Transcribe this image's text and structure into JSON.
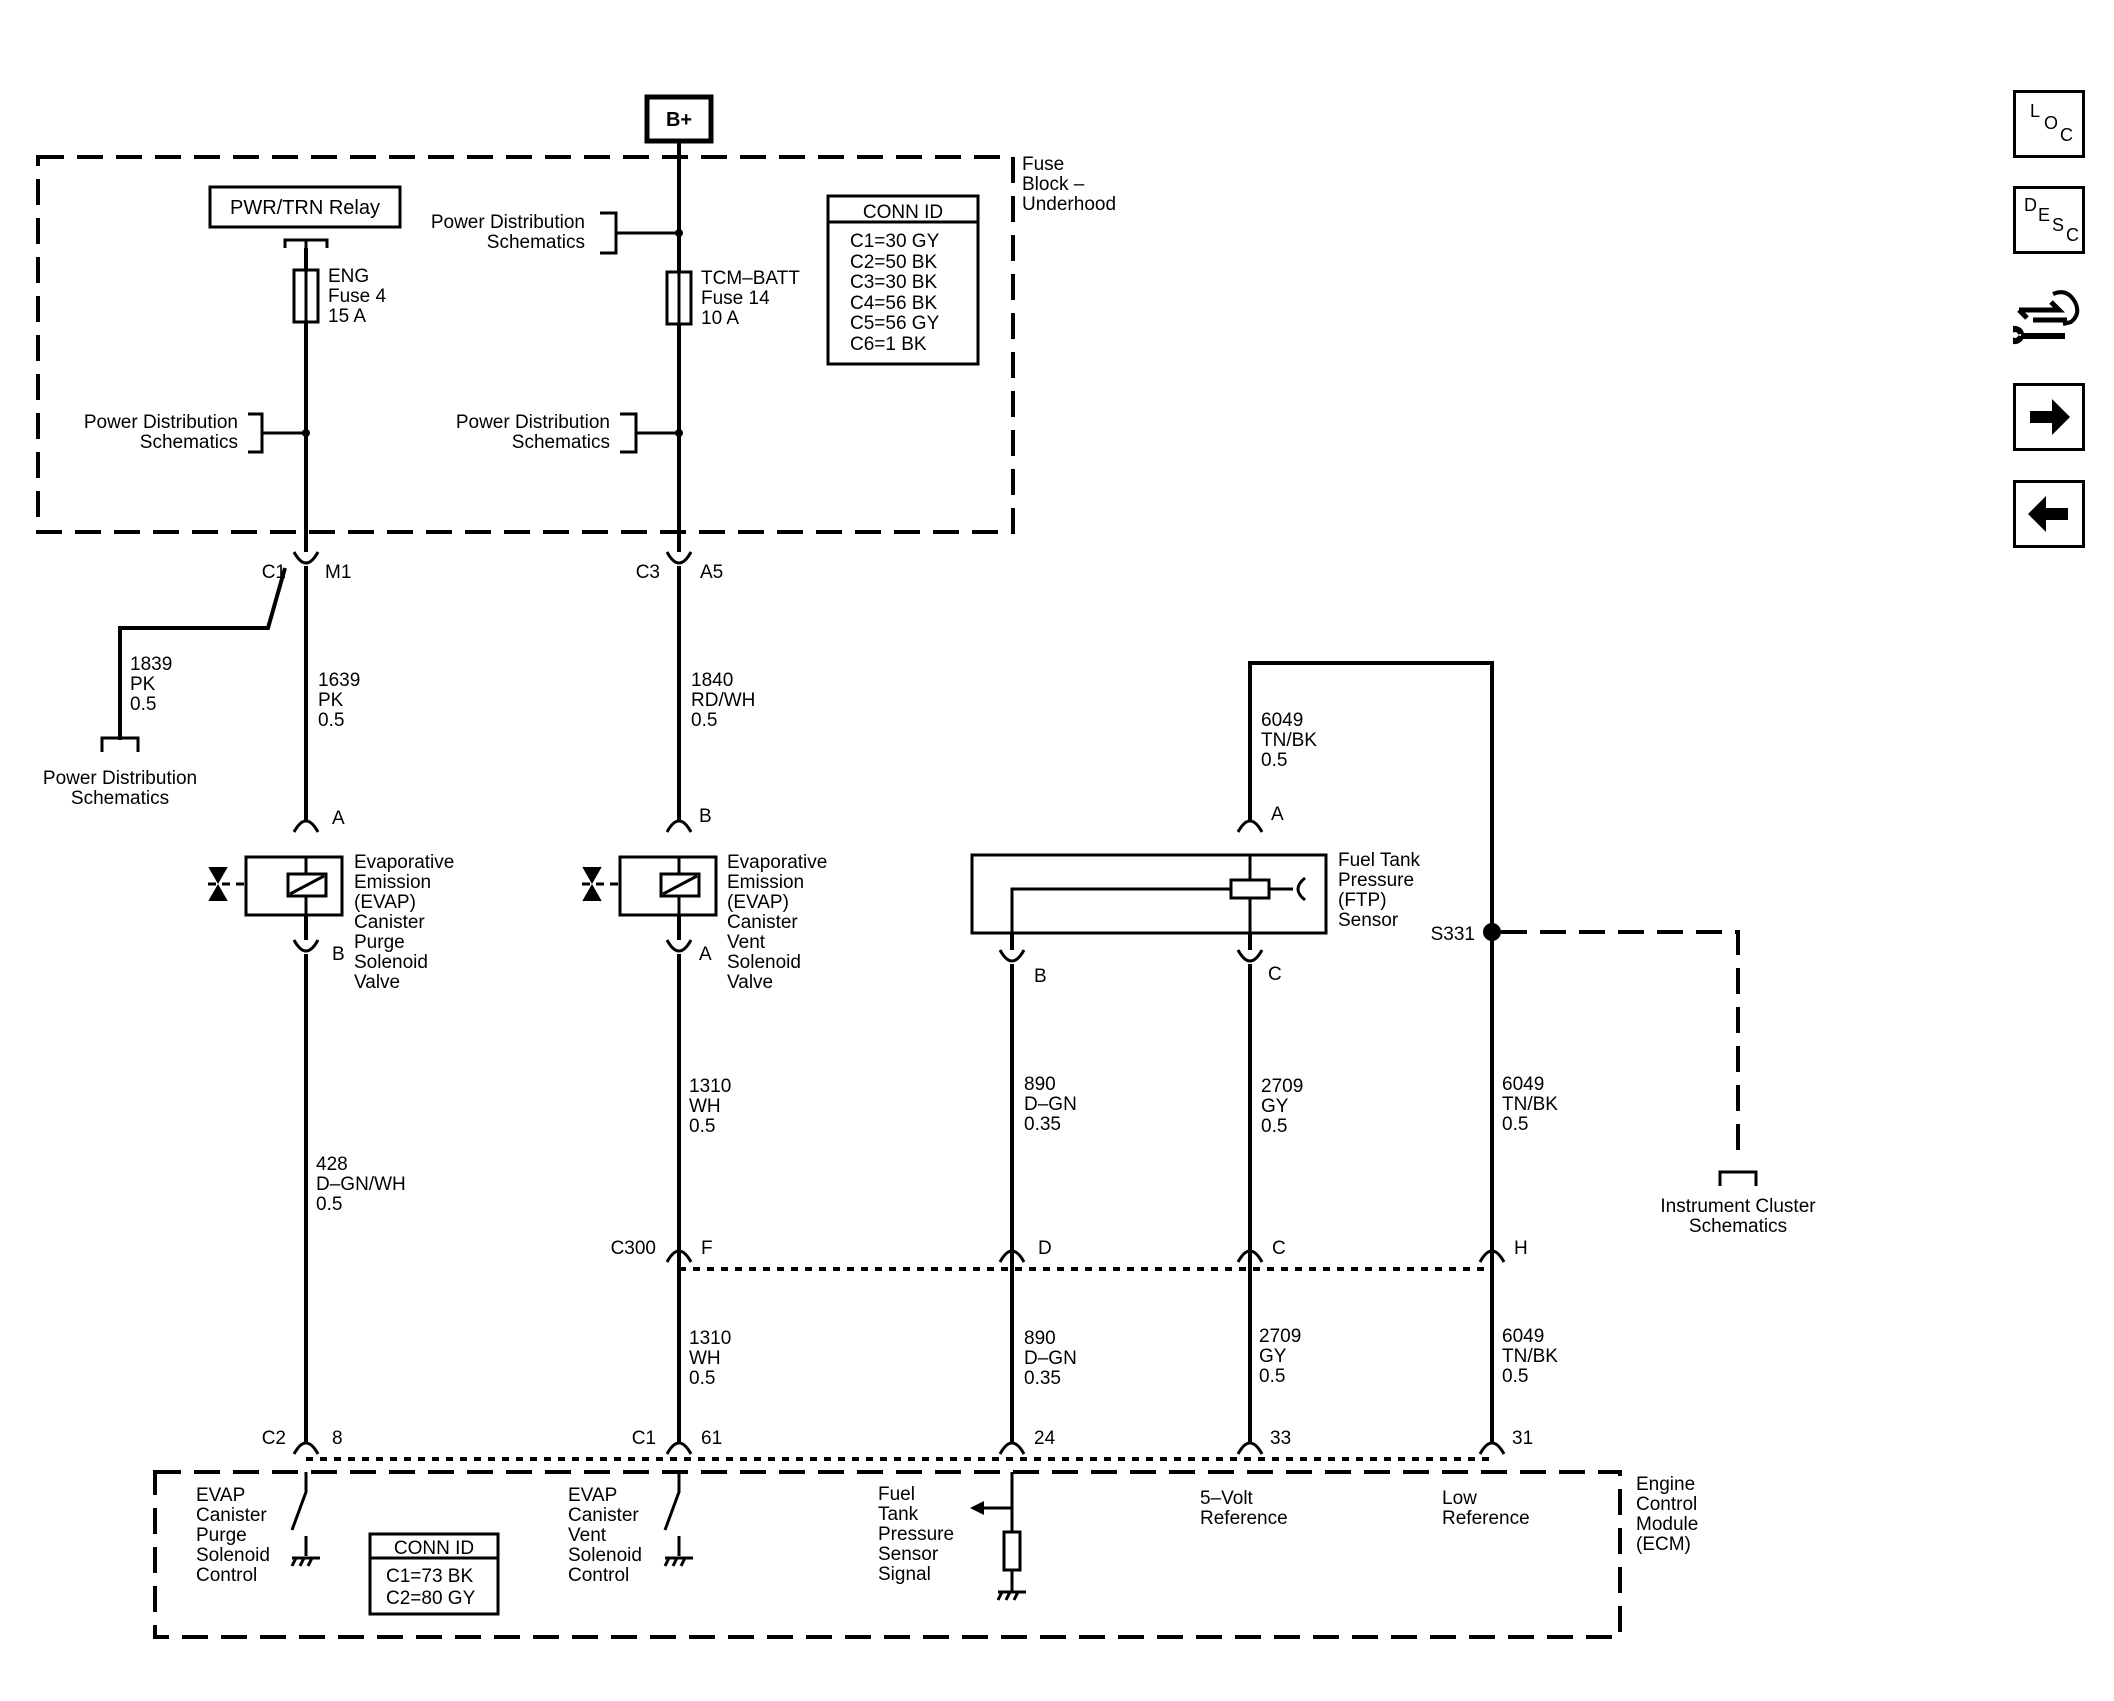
{
  "power": {
    "label": "B+"
  },
  "fuse_block": {
    "title_l1": "Fuse",
    "title_l2": "Block –",
    "title_l3": "Underhood"
  },
  "relay": {
    "label": "PWR/TRN Relay"
  },
  "fuse_eng": {
    "l1": "ENG",
    "l2": "Fuse 4",
    "l3": "15 A"
  },
  "fuse_tcm": {
    "l1": "TCM–BATT",
    "l2": "Fuse 14",
    "l3": "10 A"
  },
  "pds": {
    "l1": "Power Distribution",
    "l2": "Schematics"
  },
  "conn_fuse": {
    "title": "CONN ID",
    "rows": [
      "C1=30 GY",
      "C2=50 BK",
      "C3=30 BK",
      "C4=56 BK",
      "C5=56 GY",
      "C6=1 BK"
    ]
  },
  "connectors": {
    "c1": "C1",
    "m1": "M1",
    "c3": "C3",
    "a5": "A5",
    "purge_a": "A",
    "purge_b": "B",
    "vent_b": "B",
    "vent_a": "A",
    "ftp_a": "A",
    "ftp_b": "B",
    "ftp_c": "C",
    "s331": "S331",
    "c300": "C300",
    "c300_f": "F",
    "c300_d": "D",
    "c300_c": "C",
    "c300_h": "H",
    "ecm_c2": "C2",
    "ecm_8": "8",
    "ecm_c1": "C1",
    "ecm_61": "61",
    "ecm_24": "24",
    "ecm_33": "33",
    "ecm_31": "31"
  },
  "wires": {
    "w1839_side": [
      "1839",
      "PK",
      "0.5"
    ],
    "w1839": [
      "1639",
      "PK",
      "0.5"
    ],
    "w1840": [
      "1840",
      "RD/WH",
      "0.5"
    ],
    "w6049_top": [
      "6049",
      "TN/BK",
      "0.5"
    ],
    "w428": [
      "428",
      "D–GN/WH",
      "0.5"
    ],
    "w1310_u": [
      "1310",
      "WH",
      "0.5"
    ],
    "w890_u": [
      "890",
      "D–GN",
      "0.35"
    ],
    "w2709_u": [
      "2709",
      "GY",
      "0.5"
    ],
    "w6049_u": [
      "6049",
      "TN/BK",
      "0.5"
    ],
    "w1310_l": [
      "1310",
      "WH",
      "0.5"
    ],
    "w890_l": [
      "890",
      "D–GN",
      "0.35"
    ],
    "w2709_l": [
      "2709",
      "GY",
      "0.5"
    ],
    "w6049_l": [
      "6049",
      "TN/BK",
      "0.5"
    ]
  },
  "purge_valve": [
    "Evaporative",
    "Emission",
    "(EVAP)",
    "Canister",
    "Purge",
    "Solenoid",
    "Valve"
  ],
  "vent_valve": [
    "Evaporative",
    "Emission",
    "(EVAP)",
    "Canister",
    "Vent",
    "Solenoid",
    "Valve"
  ],
  "ftp_sensor": [
    "Fuel Tank",
    "Pressure",
    "(FTP)",
    "Sensor"
  ],
  "ic_schematics": {
    "l1": "Instrument Cluster",
    "l2": "Schematics"
  },
  "ecm": {
    "title": [
      "Engine",
      "Control",
      "Module",
      "(ECM)"
    ],
    "purge_ctrl": [
      "EVAP",
      "Canister",
      "Purge",
      "Solenoid",
      "Control"
    ],
    "vent_ctrl": [
      "EVAP",
      "Canister",
      "Vent",
      "Solenoid",
      "Control"
    ],
    "ftp_signal": [
      "Fuel",
      "Tank",
      "Pressure",
      "Sensor",
      "Signal"
    ],
    "ref5v": [
      "5–Volt",
      "Reference"
    ],
    "lowref": [
      "Low",
      "Reference"
    ]
  },
  "conn_ecm": {
    "title": "CONN ID",
    "rows": [
      "C1=73 BK",
      "C2=80 GY"
    ]
  },
  "nav": {
    "loc": [
      "L",
      "O",
      "C"
    ],
    "desc": [
      "D",
      "E",
      "S",
      "C"
    ],
    "icons": [
      "vehicle-wrench-icon",
      "arrow-right-icon",
      "arrow-left-icon"
    ]
  }
}
